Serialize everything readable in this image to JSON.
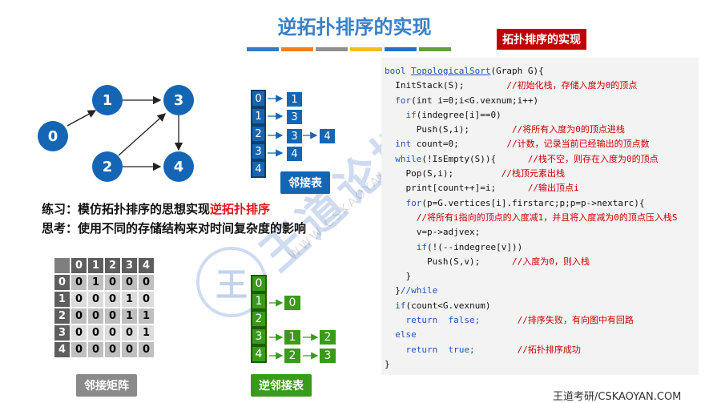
{
  "title": "逆拓扑排序的实现",
  "colors": {
    "title_blue": "#3a80c8",
    "node_blue": "#1466b4",
    "green": "#3a9a1a",
    "red": "#c00000",
    "gray": "#8a8a8a"
  },
  "stripe_colors": [
    "#3a78c0",
    "#f08020",
    "#909090",
    "#f0c020",
    "#2a70c0",
    "#60a040"
  ],
  "code_title": "拓扑排序的实现",
  "graph": {
    "nodes": [
      "0",
      "1",
      "3",
      "2",
      "4"
    ]
  },
  "adj_list": {
    "heads": [
      "0",
      "1",
      "2",
      "3",
      "4"
    ],
    "row0": [
      "1"
    ],
    "row1": [
      "3"
    ],
    "row2": [
      "3",
      "4"
    ],
    "row3": [
      "4"
    ],
    "label": "邻接表"
  },
  "practice": {
    "prefix": "练习：模仿拓扑排序的思想实现",
    "highlight": "逆拓扑排序"
  },
  "think": "思考：使用不同的存储结构来对时间复杂度的影响",
  "matrix": {
    "headers": [
      "0",
      "1",
      "2",
      "3",
      "4"
    ],
    "rows": [
      {
        "label": "0",
        "cells": [
          "0",
          "1",
          "0",
          "0",
          "0"
        ]
      },
      {
        "label": "1",
        "cells": [
          "0",
          "0",
          "0",
          "1",
          "0"
        ]
      },
      {
        "label": "2",
        "cells": [
          "0",
          "0",
          "0",
          "1",
          "1"
        ]
      },
      {
        "label": "3",
        "cells": [
          "0",
          "0",
          "0",
          "0",
          "1"
        ]
      },
      {
        "label": "4",
        "cells": [
          "0",
          "0",
          "0",
          "0",
          "0"
        ]
      }
    ],
    "label": "邻接矩阵"
  },
  "inverse_adj_list": {
    "heads": [
      "0",
      "1",
      "2",
      "3",
      "4"
    ],
    "row1": [
      "0"
    ],
    "row3": [
      "1",
      "2"
    ],
    "row4": [
      "2",
      "3"
    ],
    "label": "逆邻接表"
  },
  "code": {
    "l01a": "bool ",
    "l01b": "TopologicalSort",
    "l01c": "(Graph G){",
    "l02a": "  InitStack(S);",
    "l02b": "        //初始化栈，存储入度为0的顶点",
    "l03a": "  for",
    "l03b": "(int i=0;i<G.vexnum;i++)",
    "l04a": "    if",
    "l04b": "(indegree[i]==0)",
    "l05a": "      Push(S,i);",
    "l05b": "        //将所有入度为0的顶点进栈",
    "l06a": "  int",
    "l06b": " count=0;",
    "l06c": "         //计数，记录当前已经输出的顶点数",
    "l07a": "  while",
    "l07b": "(!IsEmpty(S)){",
    "l07c": "      //栈不空，则存在入度为0的顶点",
    "l08a": "    Pop(S,i);",
    "l08b": "         //栈顶元素出栈",
    "l09a": "    print[count++]=i;",
    "l09b": "      //输出顶点i",
    "l10a": "    for",
    "l10b": "(p=G.vertices[i].firstarc;p;p=p->nextarc){",
    "l11": "      //将所有i指向的顶点的入度减1，并且将入度减为0的顶点压入栈S",
    "l12": "      v=p->adjvex;",
    "l13a": "      if",
    "l13b": "(!(--indegree[v]))",
    "l14a": "        Push(S,v);",
    "l14b": "      //入度为0，则入栈",
    "l15": "    }",
    "l16a": "  }",
    "l16b": "//while",
    "l17a": "  if",
    "l17b": "(count<G.vexnum)",
    "l18a": "    return",
    "l18b": "  false;",
    "l18c": "       //排序失败，有向图中有回路",
    "l19": "  else",
    "l20a": "    return",
    "l20b": "  true;",
    "l20c": "        //拓扑排序成功",
    "l21": "}"
  },
  "footer": "王道考研/CSKAOYAN.COM",
  "watermark": {
    "main": "王道论坛",
    "sub": "WWW.CSKAOYAN.COM",
    "seal": "王"
  }
}
